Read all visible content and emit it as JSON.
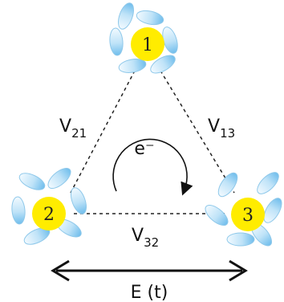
{
  "sites": [
    {
      "label": "1"
    },
    {
      "label": "2"
    },
    {
      "label": "3"
    }
  ],
  "couplings": {
    "v21": {
      "main": "V",
      "sub": "21"
    },
    "v13": {
      "main": "V",
      "sub": "13"
    },
    "v32": {
      "main": "V",
      "sub": "32"
    }
  },
  "electron": {
    "symbol": "e⁻"
  },
  "field": {
    "label": "E (t)"
  },
  "colors": {
    "site_fill": "#ffec00",
    "petal_light": "#e8f6ff",
    "petal_dark": "#7cc3ee",
    "line": "#222222"
  }
}
